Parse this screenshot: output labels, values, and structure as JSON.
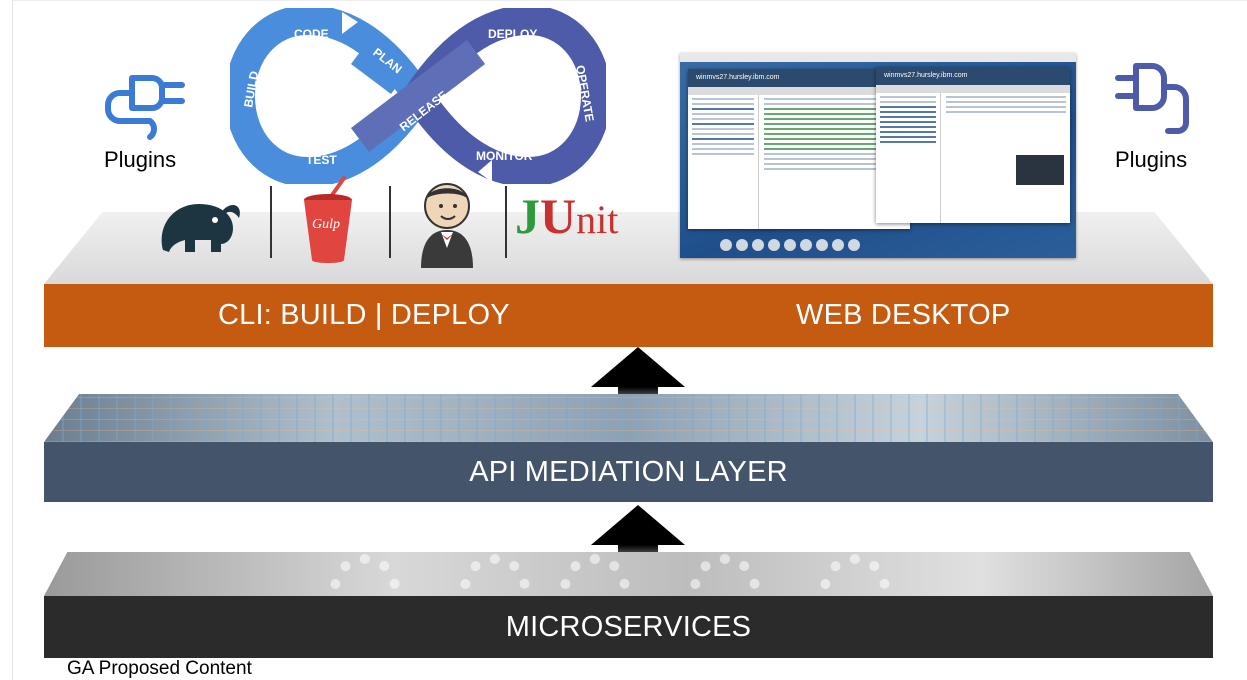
{
  "diagram": {
    "layers": {
      "top_band": {
        "left_label": "CLI:  BUILD | DEPLOY",
        "right_label": "WEB DESKTOP",
        "color": "#c55a11"
      },
      "middle_band": {
        "label": "API MEDIATION LAYER",
        "color": "#44546a"
      },
      "bottom_band": {
        "label": "MICROSERVICES",
        "color": "#2b2b2b"
      }
    },
    "plugins": {
      "left_label": "Plugins",
      "right_label": "Plugins",
      "icon_color": "#3a7bd5"
    },
    "devops_loop": {
      "stages": [
        "CODE",
        "PLAN",
        "BUILD",
        "TEST",
        "RELEASE",
        "DEPLOY",
        "OPERATE",
        "MONITOR"
      ],
      "dev_color": "#4a8ddc",
      "ops_color": "#4d5ba8"
    },
    "tools": {
      "icons": [
        "gradle-elephant-icon",
        "gulp-cup-icon",
        "jenkins-butler-icon"
      ],
      "junit": {
        "j": "J",
        "u": "U",
        "rest": "nit"
      }
    },
    "web_desktop_screenshot": {
      "window_title_left": "winmvs27.hursley.ibm.com",
      "window_title_right": "winmvs27.hursley.ibm.com"
    },
    "caption": "GA Proposed Content"
  }
}
